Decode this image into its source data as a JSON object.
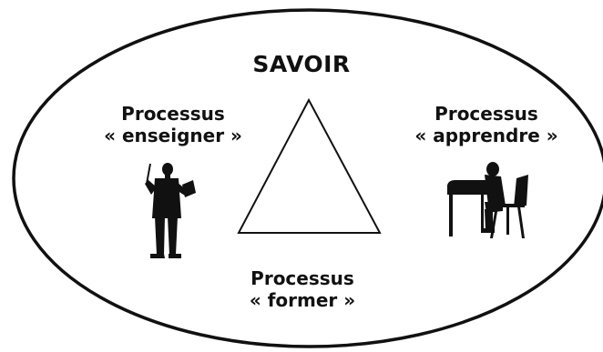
{
  "diagram": {
    "title": "SAVOIR",
    "nodes": {
      "teach": {
        "line1": "Processus",
        "line2": "« enseigner »"
      },
      "learn": {
        "line1": "Processus",
        "line2": "« apprendre »"
      },
      "train": {
        "line1": "Processus",
        "line2": "« former »"
      }
    },
    "colors": {
      "ink": "#111111",
      "background": "#ffffff"
    },
    "icons": {
      "teacher": "teacher-silhouette-icon",
      "student": "student-at-desk-silhouette-icon"
    }
  }
}
